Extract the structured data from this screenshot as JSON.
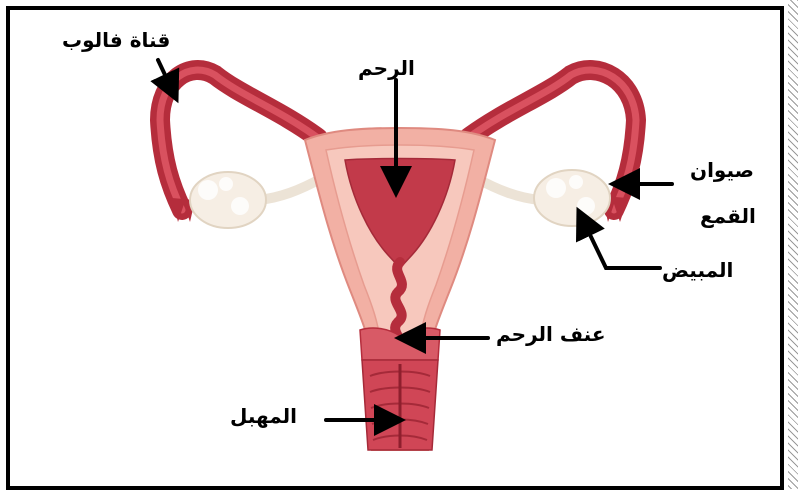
{
  "labels": {
    "fallopian_tube": "قناة فالوب",
    "uterus": "الرحم",
    "fimbriae_line1": "صيوان",
    "fimbriae_line2": "القمع",
    "ovary": "المبيض",
    "cervix": "عنف الرحم",
    "vagina": "المهبل"
  }
}
